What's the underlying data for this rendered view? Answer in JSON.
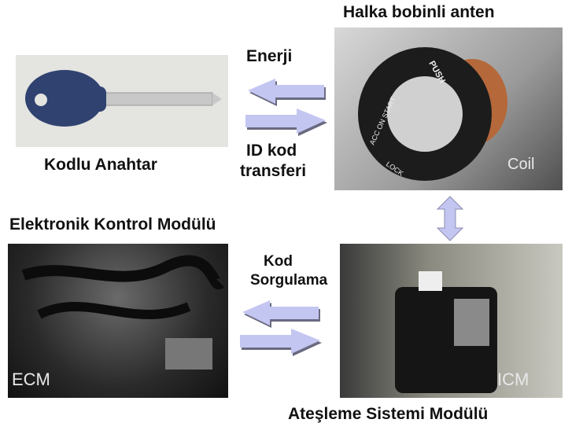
{
  "titles": {
    "antenna": "Halka bobinli anten",
    "key": "Kodlu Anahtar",
    "ecm_module": "Elektronik Kontrol Modülü",
    "icm_module": "Ateşleme Sistemi Modülü"
  },
  "arrows": {
    "energy": "Enerji",
    "id_transfer_line1": "ID kod",
    "id_transfer_line2": "transferi",
    "code_query_line1": "Kod",
    "code_query_line2": "Sorgulama"
  },
  "photo_tags": {
    "coil": "Coil",
    "ecm": "ECM",
    "icm": "ICM"
  },
  "ring_text": {
    "push": "PUSH",
    "acc_on_start": "ACC ON START",
    "lock": "LOCK"
  },
  "colors": {
    "arrow": "#c4c6f2",
    "arrow_shadow": "#6a6a80"
  }
}
